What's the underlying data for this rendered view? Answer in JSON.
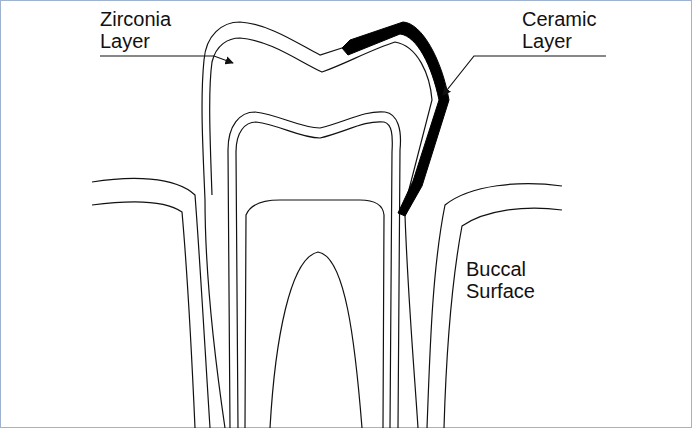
{
  "diagram": {
    "labels": [
      "Zirconia Layer",
      "Ceramic Layer",
      "Buccal Surface"
    ]
  }
}
